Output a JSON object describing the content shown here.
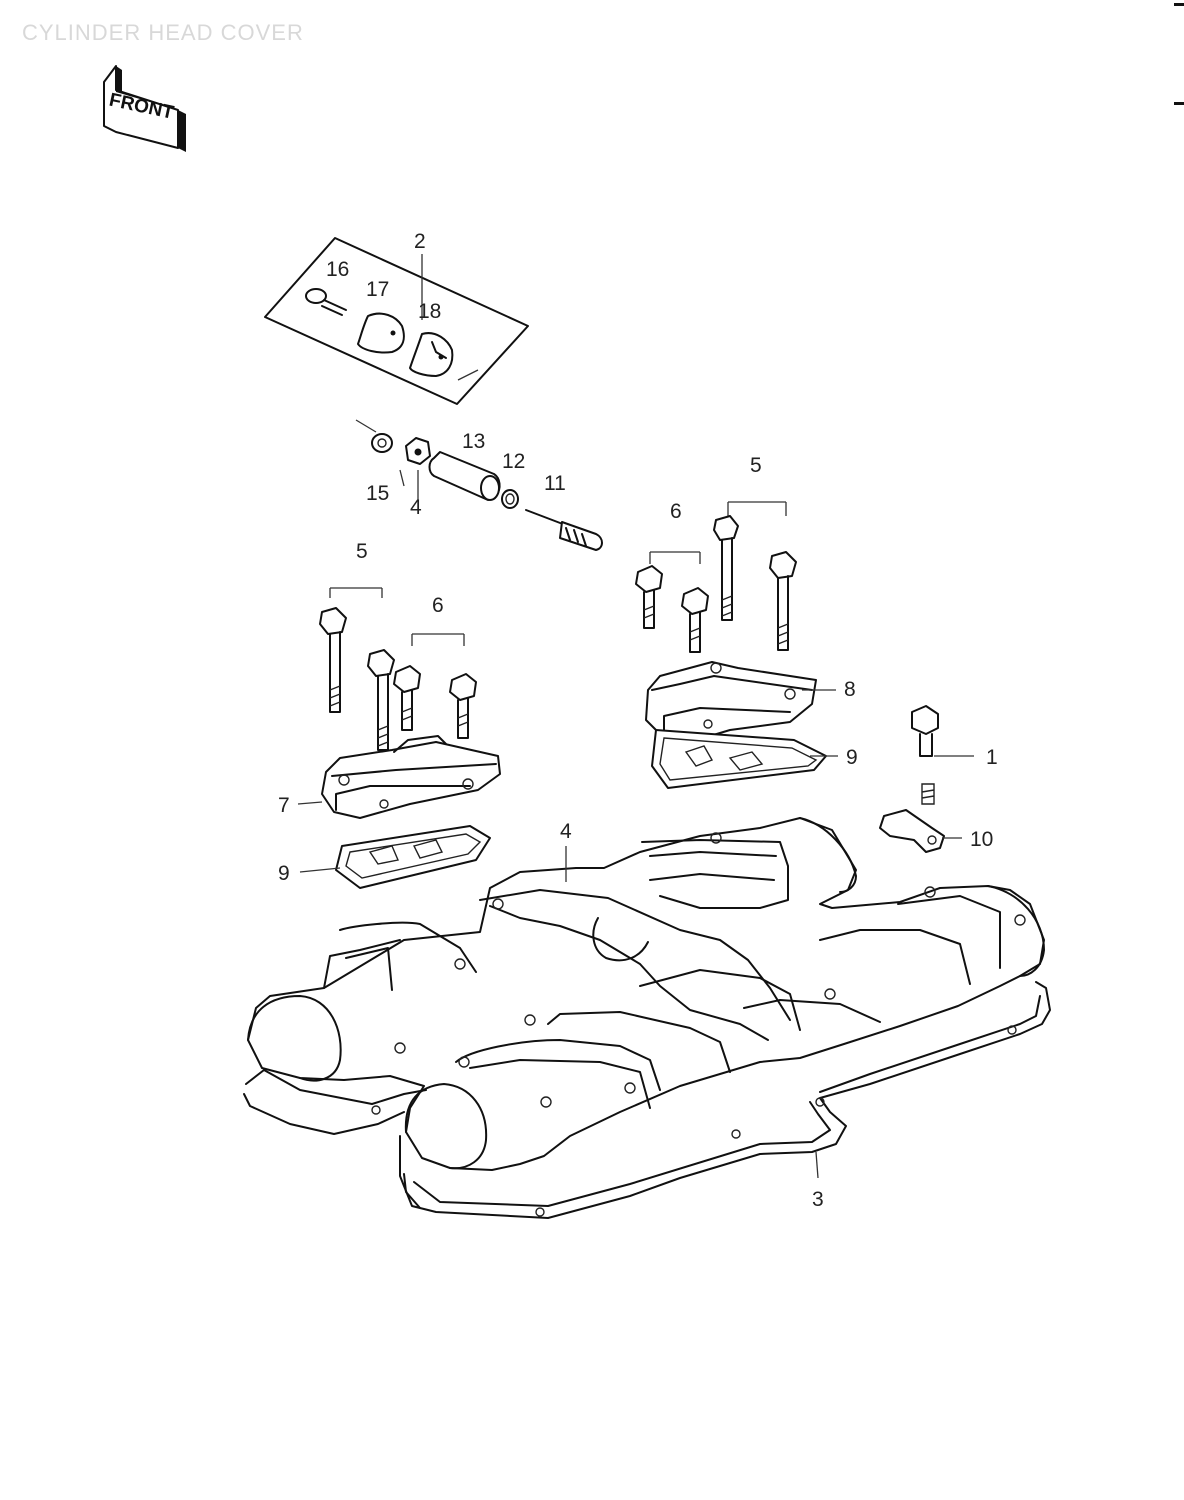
{
  "page": {
    "title": "CYLINDER HEAD COVER"
  },
  "front_badge": {
    "label": "FRONT"
  },
  "callouts": {
    "c1": "1",
    "c2": "2",
    "c3": "3",
    "c4a": "4",
    "c4b": "4",
    "c5a": "5",
    "c5b": "5",
    "c6a": "6",
    "c6b": "6",
    "c7": "7",
    "c8": "8",
    "c9a": "9",
    "c9b": "9",
    "c10": "10",
    "c11": "11",
    "c12": "12",
    "c13": "13",
    "c15": "15",
    "c16": "16",
    "c17": "17",
    "c18": "18"
  },
  "icons": [
    "front-arrow-icon"
  ]
}
